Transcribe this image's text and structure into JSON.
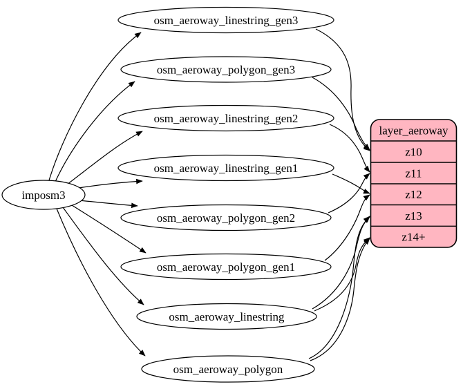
{
  "source": {
    "label": "imposm3"
  },
  "tables": [
    {
      "label": "osm_aeroway_linestring_gen3"
    },
    {
      "label": "osm_aeroway_polygon_gen3"
    },
    {
      "label": "osm_aeroway_linestring_gen2"
    },
    {
      "label": "osm_aeroway_linestring_gen1"
    },
    {
      "label": "osm_aeroway_polygon_gen2"
    },
    {
      "label": "osm_aeroway_polygon_gen1"
    },
    {
      "label": "osm_aeroway_linestring"
    },
    {
      "label": "osm_aeroway_polygon"
    }
  ],
  "layer": {
    "header": "layer_aeroway",
    "rows": [
      {
        "label": "z10"
      },
      {
        "label": "z11"
      },
      {
        "label": "z12"
      },
      {
        "label": "z13"
      },
      {
        "label": "z14+"
      }
    ],
    "fill": "#ffb6c1",
    "stroke": "#000000"
  },
  "edges": {
    "color": "#000000",
    "from_source": [
      "osm_aeroway_linestring_gen3",
      "osm_aeroway_polygon_gen3",
      "osm_aeroway_linestring_gen2",
      "osm_aeroway_linestring_gen1",
      "osm_aeroway_polygon_gen2",
      "osm_aeroway_polygon_gen1",
      "osm_aeroway_linestring",
      "osm_aeroway_polygon"
    ],
    "to_layer": [
      {
        "from": "osm_aeroway_linestring_gen3",
        "to": "z10"
      },
      {
        "from": "osm_aeroway_polygon_gen3",
        "to": "z10"
      },
      {
        "from": "osm_aeroway_linestring_gen2",
        "to": "z11"
      },
      {
        "from": "osm_aeroway_polygon_gen2",
        "to": "z11"
      },
      {
        "from": "osm_aeroway_linestring_gen1",
        "to": "z12"
      },
      {
        "from": "osm_aeroway_polygon_gen1",
        "to": "z12"
      },
      {
        "from": "osm_aeroway_linestring",
        "to": "z13"
      },
      {
        "from": "osm_aeroway_polygon",
        "to": "z13"
      },
      {
        "from": "osm_aeroway_linestring",
        "to": "z14+"
      },
      {
        "from": "osm_aeroway_polygon",
        "to": "z14+"
      }
    ]
  }
}
